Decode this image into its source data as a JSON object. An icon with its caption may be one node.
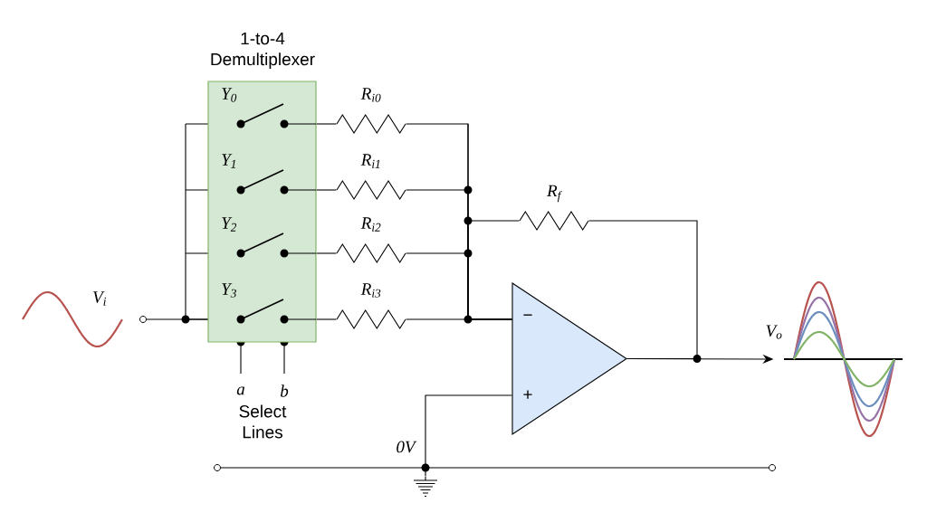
{
  "diagram": {
    "nodes": [
      {
        "text": [
          "1-to-4 Demultiplexer",
          "Y$_{0}$",
          "Y$_{1}$",
          "Y$_{2}$",
          "Y$_{3}$"
        ]
      },
      {
        "text": [],
        "shape": "resistor",
        "beside": [
          "R$_{i0}$"
        ]
      },
      {
        "text": [],
        "shape": "resistor",
        "beside": [
          "R$_{i1}$"
        ]
      },
      {
        "text": [],
        "shape": "resistor",
        "beside": [
          "R$_{i2}$"
        ]
      },
      {
        "text": [],
        "shape": "resistor",
        "beside": [
          "R$_{i3}$"
        ]
      },
      {
        "text": [],
        "shape": "resistor",
        "beside": [
          "R$_{f}$"
        ]
      },
      {
        "text": [],
        "shape": "triangle"
      },
      {
        "text": [
          "V$_{i}$"
        ]
      },
      {
        "text": [],
        "shape": "picture",
        "beside": [
          "V$_{o}$"
        ]
      },
      {
        "text": [],
        "shape": "circle"
      },
      {
        "text": [],
        "shape": "circle"
      },
      {
        "text": [],
        "shape": "circle"
      },
      {
        "text": [],
        "shape": "ground"
      }
    ],
    "edges": [
      {
        "from": 0,
        "to": 1,
        "arrow": "none"
      },
      {
        "from": 0,
        "to": 2,
        "arrow": "none"
      },
      {
        "from": 0,
        "to": 3,
        "arrow": "none"
      },
      {
        "from": 0,
        "to": 4,
        "arrow": "none"
      },
      {
        "from": 1,
        "to": 6,
        "arrow": "none"
      },
      {
        "from": 2,
        "to": 6,
        "arrow": "none"
      },
      {
        "from": 3,
        "to": 6,
        "arrow": "none"
      },
      {
        "from": 4,
        "to": 6,
        "arrow": "none"
      },
      {
        "from": 5,
        "to": 6,
        "arrow": "none"
      },
      {
        "from": 6,
        "to": 5,
        "arrow": "none"
      },
      {
        "from": 6,
        "to": 8,
        "arrow": "to"
      },
      {
        "from": 9,
        "to": 0,
        "arrow": "none"
      },
      {
        "from": 10,
        "to": 11,
        "arrow": "none"
      },
      {
        "from": 6,
        "to": 12,
        "arrow": "none"
      }
    ],
    "labels": [
      "a",
      "b",
      "Select Lines",
      "0V",
      "−",
      "+"
    ]
  }
}
